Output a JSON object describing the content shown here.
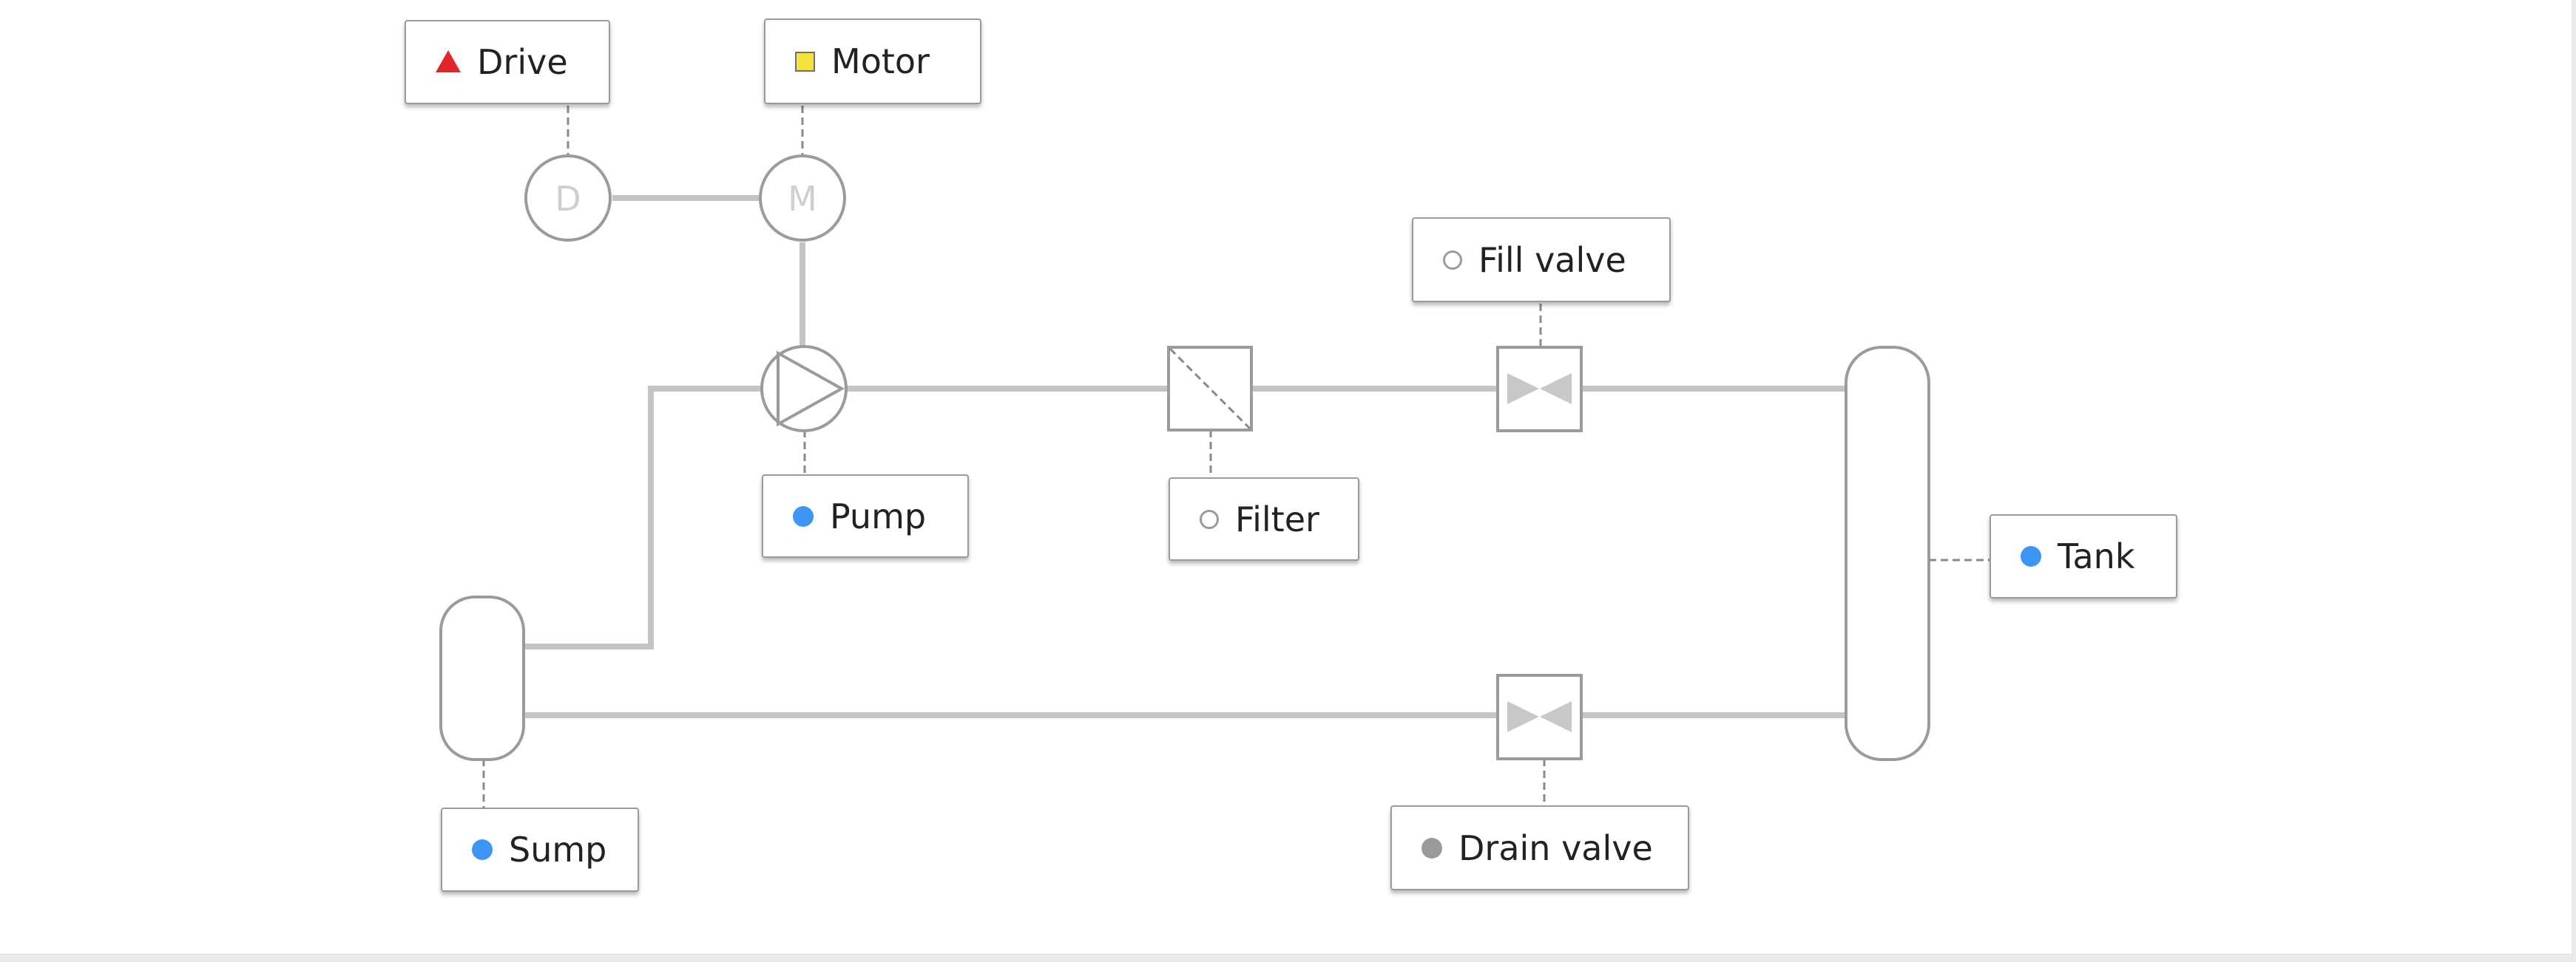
{
  "colors": {
    "line": "#c4c4c4",
    "equipment_stroke": "#9b9b9b",
    "dashed_connector": "#8a8a8a",
    "valve_fill": "#c8c8c8",
    "motor_letter": "#cfcfcf",
    "status_running_blue": "#3d95f5",
    "status_alarm_red": "#e0252b",
    "status_warning_yellow": "#f5e43c",
    "status_off_gray": "#9a9a9a"
  },
  "equipment": {
    "drive_symbol_letter": "D",
    "motor_symbol_letter": "M"
  },
  "labels": {
    "drive": {
      "text": "Drive",
      "status_icon": "triangle-alarm-icon",
      "status_color": "#e0252b"
    },
    "motor": {
      "text": "Motor",
      "status_icon": "square-warning-icon",
      "status_color": "#f5e43c"
    },
    "fill_valve": {
      "text": "Fill valve",
      "status_icon": "ring-status-icon",
      "status_color": "#ffffff"
    },
    "pump": {
      "text": "Pump",
      "status_icon": "dot-status-icon",
      "status_color": "#3d95f5"
    },
    "filter": {
      "text": "Filter",
      "status_icon": "ring-status-icon",
      "status_color": "#ffffff"
    },
    "tank": {
      "text": "Tank",
      "status_icon": "dot-status-icon",
      "status_color": "#3d95f5"
    },
    "sump": {
      "text": "Sump",
      "status_icon": "dot-status-icon",
      "status_color": "#3d95f5"
    },
    "drain_valve": {
      "text": "Drain valve",
      "status_icon": "dot-status-icon",
      "status_color": "#9a9a9a"
    }
  }
}
